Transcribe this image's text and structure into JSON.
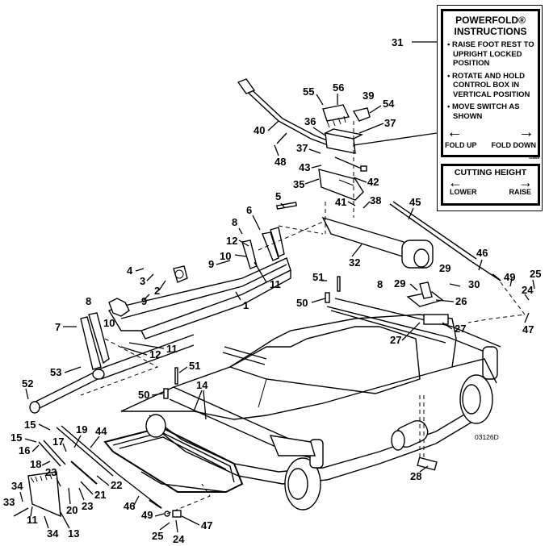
{
  "drawing_number": "03126D",
  "decal": {
    "powerfold": {
      "title_line1": "POWERFOLD®",
      "title_line2": "INSTRUCTIONS",
      "items": [
        "• RAISE FOOT REST TO UPRIGHT LOCKED POSITION",
        "• ROTATE AND HOLD CONTROL BOX IN VERTICAL POSITION",
        "• MOVE SWITCH AS SHOWN"
      ],
      "left_arrow_icon": "←",
      "right_arrow_icon": "→",
      "left_label": "FOLD UP",
      "right_label": "FOLD DOWN",
      "code": "113869"
    },
    "cutting_height": {
      "title": "CUTTING HEIGHT",
      "left_arrow_icon": "←",
      "right_arrow_icon": "→",
      "left_label": "LOWER",
      "right_label": "RAISE"
    }
  },
  "callouts": [
    {
      "id": "c31",
      "text": "31"
    },
    {
      "id": "c55",
      "text": "55"
    },
    {
      "id": "c56",
      "text": "56"
    },
    {
      "id": "c39",
      "text": "39"
    },
    {
      "id": "c54",
      "text": "54"
    },
    {
      "id": "c36",
      "text": "36"
    },
    {
      "id": "c37a",
      "text": "37"
    },
    {
      "id": "c40",
      "text": "40"
    },
    {
      "id": "c37b",
      "text": "37"
    },
    {
      "id": "c48",
      "text": "48"
    },
    {
      "id": "c43",
      "text": "43"
    },
    {
      "id": "c42",
      "text": "42"
    },
    {
      "id": "c35",
      "text": "35"
    },
    {
      "id": "c41",
      "text": "41"
    },
    {
      "id": "c38",
      "text": "38"
    },
    {
      "id": "c45",
      "text": "45"
    },
    {
      "id": "c5",
      "text": "5"
    },
    {
      "id": "c6",
      "text": "6"
    },
    {
      "id": "c8a",
      "text": "8"
    },
    {
      "id": "c12a",
      "text": "12"
    },
    {
      "id": "c10a",
      "text": "10"
    },
    {
      "id": "c9a",
      "text": "9"
    },
    {
      "id": "c11a",
      "text": "11"
    },
    {
      "id": "c32",
      "text": "32"
    },
    {
      "id": "c46a",
      "text": "46"
    },
    {
      "id": "c4",
      "text": "4"
    },
    {
      "id": "c3",
      "text": "3"
    },
    {
      "id": "c2",
      "text": "2"
    },
    {
      "id": "c1",
      "text": "1"
    },
    {
      "id": "c9b",
      "text": "9"
    },
    {
      "id": "c8b",
      "text": "8"
    },
    {
      "id": "c7",
      "text": "7"
    },
    {
      "id": "c10b",
      "text": "10"
    },
    {
      "id": "c11b",
      "text": "11"
    },
    {
      "id": "c12b",
      "text": "12"
    },
    {
      "id": "c53",
      "text": "53"
    },
    {
      "id": "c52",
      "text": "52"
    },
    {
      "id": "c51a",
      "text": "51"
    },
    {
      "id": "c50a",
      "text": "50"
    },
    {
      "id": "c8c",
      "text": "8"
    },
    {
      "id": "c29a",
      "text": "29"
    },
    {
      "id": "c29b",
      "text": "29"
    },
    {
      "id": "c30",
      "text": "30"
    },
    {
      "id": "c26",
      "text": "26"
    },
    {
      "id": "c27a",
      "text": "27"
    },
    {
      "id": "c27b",
      "text": "27"
    },
    {
      "id": "c49a",
      "text": "49"
    },
    {
      "id": "c25a",
      "text": "25"
    },
    {
      "id": "c24a",
      "text": "24"
    },
    {
      "id": "c47a",
      "text": "47"
    },
    {
      "id": "c51b",
      "text": "51"
    },
    {
      "id": "c14",
      "text": "14"
    },
    {
      "id": "c50b",
      "text": "50"
    },
    {
      "id": "c15a",
      "text": "15"
    },
    {
      "id": "c15b",
      "text": "15"
    },
    {
      "id": "c16",
      "text": "16"
    },
    {
      "id": "c17",
      "text": "17"
    },
    {
      "id": "c19",
      "text": "19"
    },
    {
      "id": "c44",
      "text": "44"
    },
    {
      "id": "c18",
      "text": "18"
    },
    {
      "id": "c23a",
      "text": "23"
    },
    {
      "id": "c22",
      "text": "22"
    },
    {
      "id": "c21",
      "text": "21"
    },
    {
      "id": "c20",
      "text": "20"
    },
    {
      "id": "c23b",
      "text": "23"
    },
    {
      "id": "c34a",
      "text": "34"
    },
    {
      "id": "c33",
      "text": "33"
    },
    {
      "id": "c11c",
      "text": "11"
    },
    {
      "id": "c34b",
      "text": "34"
    },
    {
      "id": "c13",
      "text": "13"
    },
    {
      "id": "c46b",
      "text": "46"
    },
    {
      "id": "c49b",
      "text": "49"
    },
    {
      "id": "c47b",
      "text": "47"
    },
    {
      "id": "c25b",
      "text": "25"
    },
    {
      "id": "c24b",
      "text": "24"
    },
    {
      "id": "c28",
      "text": "28"
    }
  ]
}
